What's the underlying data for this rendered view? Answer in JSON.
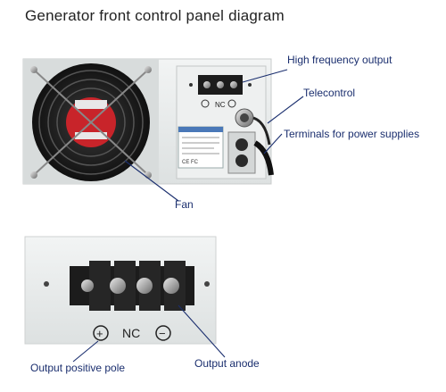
{
  "title": "Generator front control panel diagram",
  "labels": {
    "high_frequency_output": "High frequency output",
    "telecontrol": "Telecontrol",
    "terminals_power": "Terminals for power supplies",
    "fan": "Fan",
    "output_positive_pole": "Output positive pole",
    "output_anode": "Output anode"
  },
  "panel_markings": {
    "top_nc": "NC",
    "bottom_nc": "NC",
    "plus": "+",
    "minus": "−",
    "ce_marks": "CE FC"
  },
  "colors": {
    "label_text": "#1a2e6e",
    "leader_line": "#1a2e6e",
    "panel_face": "#e9ecec",
    "terminal_block": "#1c1c1c"
  }
}
